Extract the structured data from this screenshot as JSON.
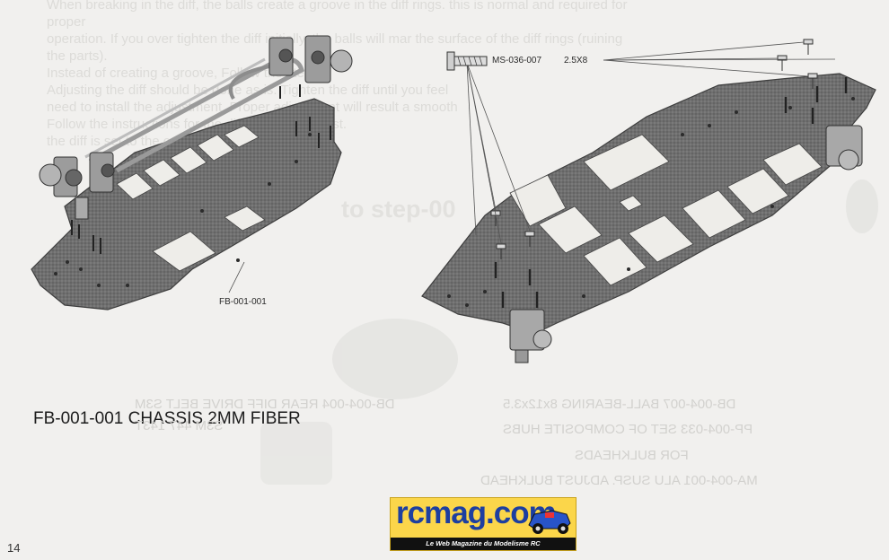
{
  "background_text": {
    "lines": [
      "When breaking in the diff, the balls create a groove in the diff rings. this is normal and required for",
      "proper",
      "operation. If you over tighten the diff initially, the balls will mar the surface of the diff rings (ruining",
      "the parts).",
      "Instead of creating a groove, Follow the steps.",
      "Adjusting the diff should be done as is. Tighten the diff until you feel",
      "need to install the adjustment. Proper adjustment will result a smooth",
      "Follow the instructions for the diff, and then adjust.",
      "the diff is set to the correct tension."
    ],
    "heading": "to step-00"
  },
  "left_diagram": {
    "part_label": "FB-001-001"
  },
  "right_diagram": {
    "screw_part": "MS-036-007",
    "screw_size": "2.5X8"
  },
  "caption": "FB-001-001 CHASSIS 2MM FIBER",
  "mirrored_parts": [
    "DB-004-007  BALL-BEARING 8x12x3.5",
    "PP-004-033  SET OF COMPOSITE HUBS",
    "FOR BULKHEADS",
    "MA-004-001  ALU SUSP. ADJUST BULKHEAD"
  ],
  "mirrored_left": [
    "DB-004-004  REAR DIFF DRIVE BELT S3M",
    "S3M 447 143T"
  ],
  "logo": {
    "word": "rcmag.com",
    "tagline": "Le Web Magazine du Modelisme RC"
  },
  "page_number": "14",
  "colors": {
    "paper": "#f1f0ee",
    "chassis": "#6e6e6e",
    "logo_bg": "#fbd64a",
    "logo_text": "#1d3fa0"
  }
}
